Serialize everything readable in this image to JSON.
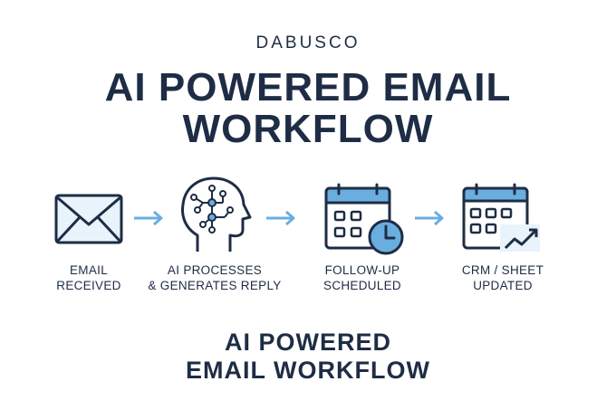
{
  "brand": "DABUSCO",
  "title": {
    "line1": "AI POWERED EMAIL",
    "line2": "WORKFLOW"
  },
  "steps": [
    {
      "icon": "envelope-icon",
      "line1": "EMAIL",
      "line2": "RECEIVED"
    },
    {
      "icon": "ai-head-icon",
      "line1": "AI PROCESSES",
      "line2": "& GENERATES REPLY"
    },
    {
      "icon": "calendar-clock-icon",
      "line1": "FOLLOW-UP",
      "line2": "SCHEDULED"
    },
    {
      "icon": "calendar-chart-icon",
      "line1": "CRM / SHEET",
      "line2": "UPDATED"
    }
  ],
  "subtitle": {
    "line1": "AI POWERED",
    "line2": "EMAIL WORKFLOW"
  },
  "colors": {
    "navy": "#1e2d45",
    "accent": "#6aaee0",
    "light_fill": "#e8f3fc"
  }
}
